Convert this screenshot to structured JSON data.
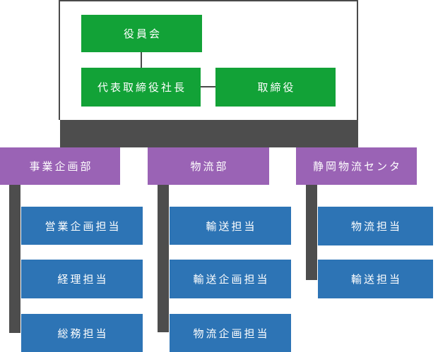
{
  "diagram": {
    "type": "org-chart",
    "colors": {
      "executive_green": "#12a237",
      "department_purple": "#9a63b5",
      "team_blue": "#2d74b5",
      "platform_gray": "#4d4d4d",
      "frame_border_gray": "#4a4a4a",
      "text_white": "#ffffff"
    },
    "executive": {
      "board": "役員会",
      "president": "代表取締役社長",
      "director": "取締役"
    },
    "departments": [
      {
        "name": "事業企画部",
        "teams": [
          "営業企画担当",
          "経理担当",
          "総務担当"
        ]
      },
      {
        "name": "物流部",
        "teams": [
          "輸送担当",
          "輸送企画担当",
          "物流企画担当"
        ]
      },
      {
        "name": "静岡物流センタ",
        "teams": [
          "物流担当",
          "輸送担当"
        ]
      }
    ]
  }
}
